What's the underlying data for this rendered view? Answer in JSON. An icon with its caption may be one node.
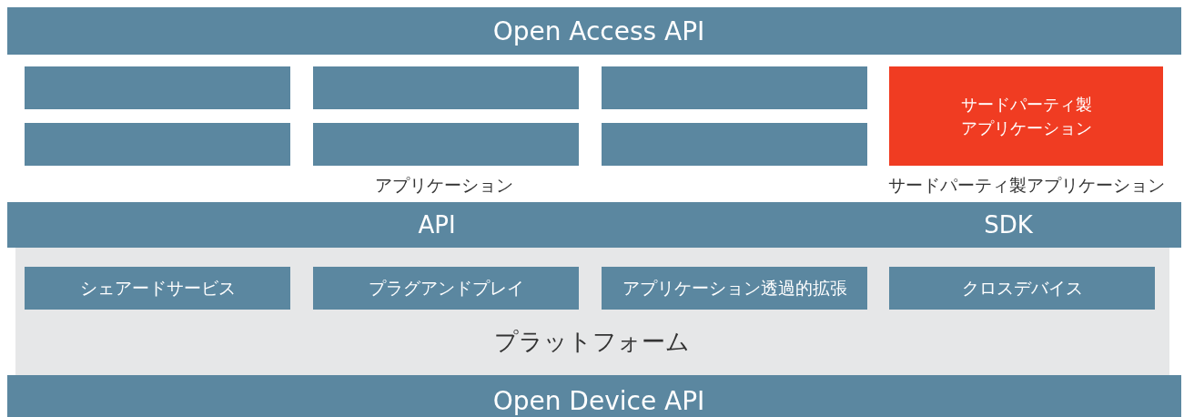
{
  "diagram": {
    "nodes": [
      {
        "text": [
          "Open Access API"
        ]
      },
      {
        "text": [],
        "shape": "box"
      },
      {
        "text": [],
        "shape": "box"
      },
      {
        "text": [],
        "shape": "box"
      },
      {
        "text": [],
        "shape": "box"
      },
      {
        "text": [],
        "shape": "box"
      },
      {
        "text": [],
        "shape": "box"
      },
      {
        "text": [
          "サードパーティ製アプリケーション"
        ],
        "beside": [
          "サードパーティ製アプリケーション"
        ]
      },
      {
        "text": [
          "API",
          "SDK"
        ]
      },
      {
        "text": [
          "プラットフォーム"
        ]
      },
      {
        "text": [
          "シェアードサービス"
        ],
        "in": 9
      },
      {
        "text": [
          "プラグアンドプレイ"
        ],
        "in": 9
      },
      {
        "text": [
          "アプリケーション透過的拡張"
        ],
        "in": 9
      },
      {
        "text": [
          "クロスデバイス"
        ],
        "in": 9
      },
      {
        "text": [
          "Open Device API"
        ]
      }
    ],
    "edges": [],
    "labels": [
      "アプリケーション"
    ]
  }
}
